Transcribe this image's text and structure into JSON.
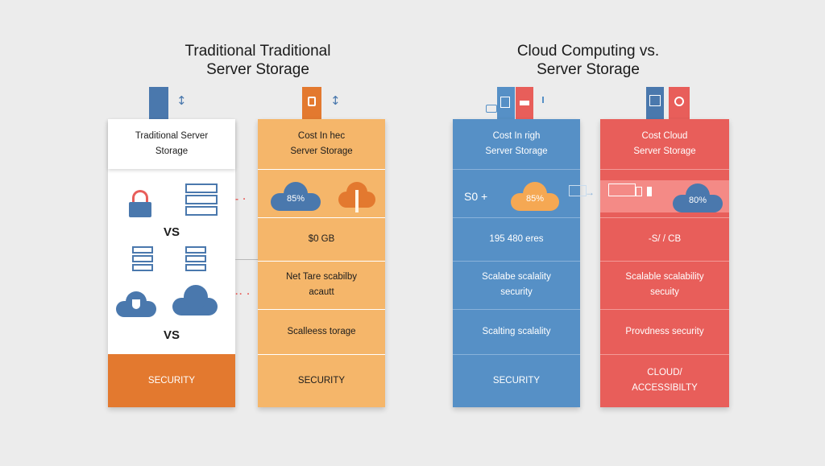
{
  "headings": {
    "left_line1": "Traditional Traditional",
    "left_line2": "Server Storage",
    "right_line1": "Cloud Computing vs.",
    "right_line2": "Server Storage"
  },
  "columns": {
    "traditional": {
      "header_line1": "Traditional Server",
      "header_line2": "Storage",
      "vs_top": "VS",
      "vs_bottom": "VS",
      "footer": "SECURITY"
    },
    "cost": {
      "header_line1": "Cost In hec",
      "header_line2": "Server Storage",
      "badge": "85%",
      "row_gb": "$0 GB",
      "row_net_line1": "Net Tare scabilby",
      "row_net_line2": "acautt",
      "row_scale": "Scalleess torage",
      "footer": "SECURITY"
    },
    "cloud_blue": {
      "header_line1": "Cost In righ",
      "header_line2": "Server Storage",
      "price_label": "S0 +",
      "badge": "85%",
      "row_gb": "195 480 eres",
      "row_scalable_line1": "Scalabe scalality",
      "row_scalable_line2": "security",
      "row_scaling": "Scalting scalality",
      "footer": "SECURITY"
    },
    "cloud_red": {
      "header_line1": "Cost Cloud",
      "header_line2": "Server Storage",
      "badge": "80%",
      "row_gb": "-S/ / CB",
      "row_scalable_line1": "Scalable scalability",
      "row_scalable_line2": "secuity",
      "row_prov": "Provdness security",
      "footer_line1": "CLOUD/",
      "footer_line2": "ACCESSIBILTY"
    }
  },
  "colors": {
    "background": "#ececec",
    "orange_dark": "#e3792f",
    "orange_light": "#f5b66a",
    "blue": "#5690c6",
    "red": "#e85e5a",
    "icon_blue": "#4a78ad"
  }
}
